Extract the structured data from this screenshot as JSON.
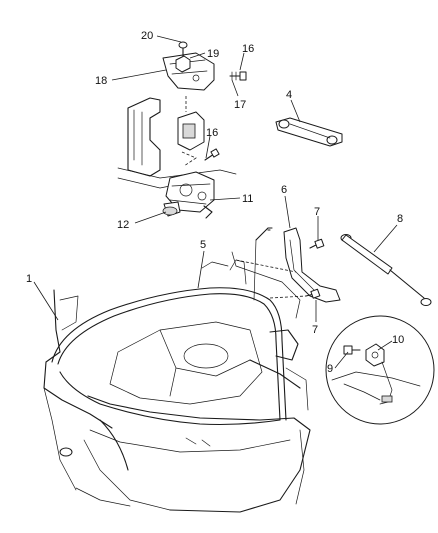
{
  "callouts": {
    "c1": "1",
    "c4": "4",
    "c5": "5",
    "c6": "6",
    "c7a": "7",
    "c7b": "7",
    "c8": "8",
    "c9": "9",
    "c10": "10",
    "c11": "11",
    "c12": "12",
    "c16a": "16",
    "c16b": "16",
    "c17": "17",
    "c18": "18",
    "c19": "19",
    "c20": "20"
  }
}
